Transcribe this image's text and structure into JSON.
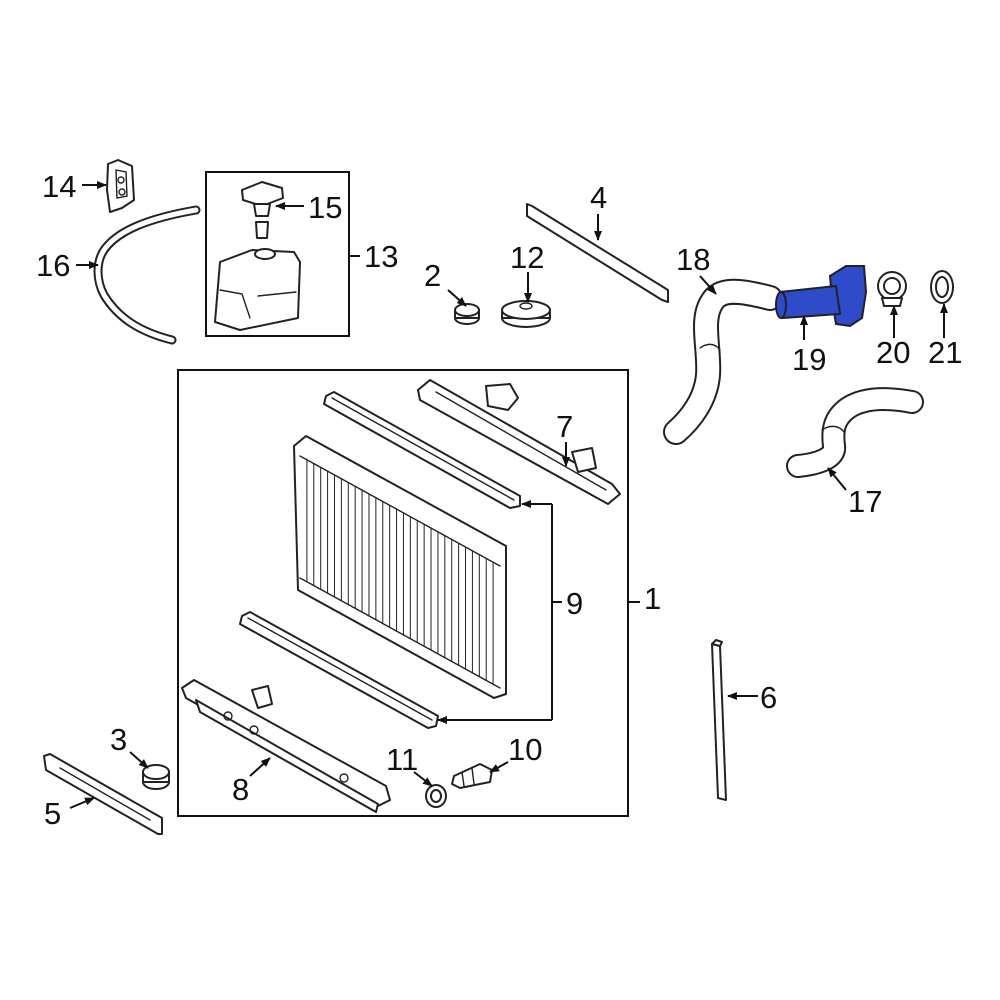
{
  "diagram": {
    "highlight_color": "#2e4bc9",
    "line_color": "#222222",
    "background": "#ffffff",
    "highlighted_part": "19",
    "callouts": {
      "c1": "1",
      "c2": "2",
      "c3": "3",
      "c4": "4",
      "c5": "5",
      "c6": "6",
      "c7": "7",
      "c8": "8",
      "c9": "9",
      "c10": "10",
      "c11": "11",
      "c12": "12",
      "c13": "13",
      "c14": "14",
      "c15": "15",
      "c16": "16",
      "c17": "17",
      "c18": "18",
      "c19": "19",
      "c20": "20",
      "c21": "21"
    }
  }
}
